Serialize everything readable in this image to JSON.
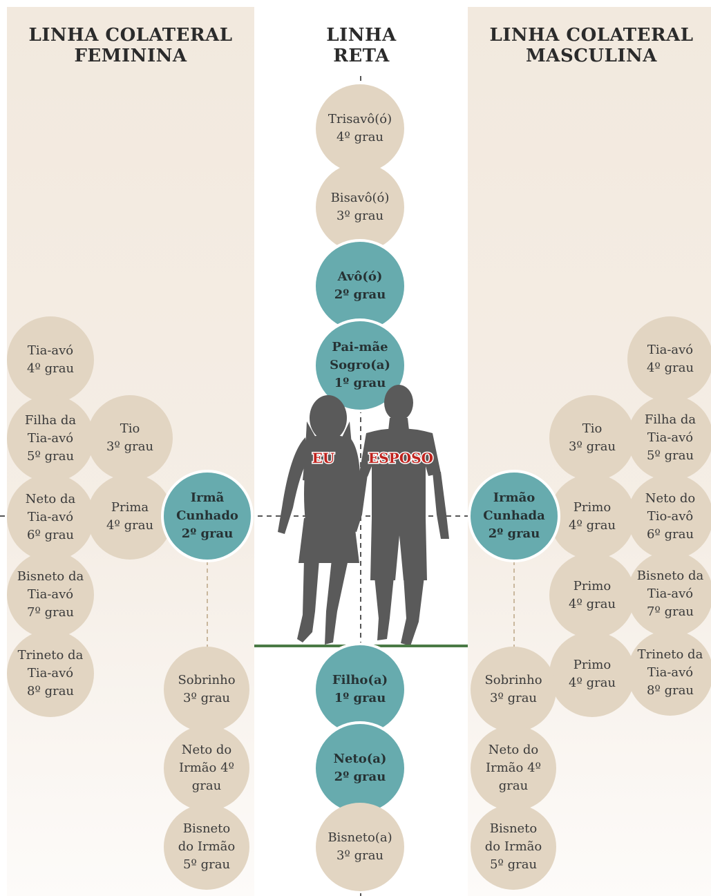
{
  "headings": {
    "left": [
      "LINHA COLATERAL",
      "FEMININA"
    ],
    "center": [
      "LINHA",
      "RETA"
    ],
    "right": [
      "LINHA COLATERAL",
      "MASCULINA"
    ]
  },
  "couple": {
    "eu": "EU",
    "esposo": "ESPOSO"
  },
  "colors": {
    "beige": "#e2d5c2",
    "teal": "#67abae",
    "ground": "#4a7a45",
    "label": "#c0241f"
  },
  "center": {
    "trisavo": [
      "Trisavô(ó)",
      "4º grau"
    ],
    "bisavo": [
      "Bisavô(ó)",
      "3º grau"
    ],
    "avo": [
      "Avô(ó)",
      "2º grau"
    ],
    "pai": [
      "Pai-mãe",
      "Sogro(a)",
      "1º grau"
    ],
    "filho": [
      "Filho(a)",
      "1º grau"
    ],
    "neto": [
      "Neto(a)",
      "2º grau"
    ],
    "bisneto": [
      "Bisneto(a)",
      "3º grau"
    ]
  },
  "left": {
    "tia_avo": [
      "Tia-avó",
      "4º grau"
    ],
    "filha_tia_avo": [
      "Filha da",
      "Tia-avó",
      "5º grau"
    ],
    "neto_tia_avo": [
      "Neto da",
      "Tia-avó",
      "6º grau"
    ],
    "bisneto_tia_avo": [
      "Bisneto da",
      "Tia-avó",
      "7º grau"
    ],
    "trineto_tia_avo": [
      "Trineto da",
      "Tia-avó",
      "8º grau"
    ],
    "tio": [
      "Tio",
      "3º grau"
    ],
    "prima": [
      "Prima",
      "4º grau"
    ],
    "irma": [
      "Irmã",
      "Cunhado",
      "2º grau"
    ],
    "sobrinho": [
      "Sobrinho",
      "3º grau"
    ],
    "neto_irmao": [
      "Neto do",
      "Irmão 4º",
      "grau"
    ],
    "bisneto_irmao": [
      "Bisneto",
      "do Irmão",
      "5º grau"
    ]
  },
  "right": {
    "tia_avo": [
      "Tia-avó",
      "4º grau"
    ],
    "filha_tia_avo": [
      "Filha da",
      "Tia-avó",
      "5º grau"
    ],
    "neto_tio_avo": [
      "Neto do",
      "Tio-avô",
      "6º grau"
    ],
    "bisneto_tia_avo": [
      "Bisneto da",
      "Tia-avó",
      "7º grau"
    ],
    "trineto_tia_avo": [
      "Trineto da",
      "Tia-avó",
      "8º grau"
    ],
    "tio": [
      "Tio",
      "3º grau"
    ],
    "primo1": [
      "Primo",
      "4º grau"
    ],
    "primo2": [
      "Primo",
      "4º grau"
    ],
    "primo3": [
      "Primo",
      "4º grau"
    ],
    "irmao": [
      "Irmão",
      "Cunhada",
      "2º grau"
    ],
    "sobrinho": [
      "Sobrinho",
      "3º grau"
    ],
    "neto_irmao": [
      "Neto do",
      "Irmão 4º",
      "grau"
    ],
    "bisneto_irmao": [
      "Bisneto",
      "do Irmão",
      "5º grau"
    ]
  }
}
